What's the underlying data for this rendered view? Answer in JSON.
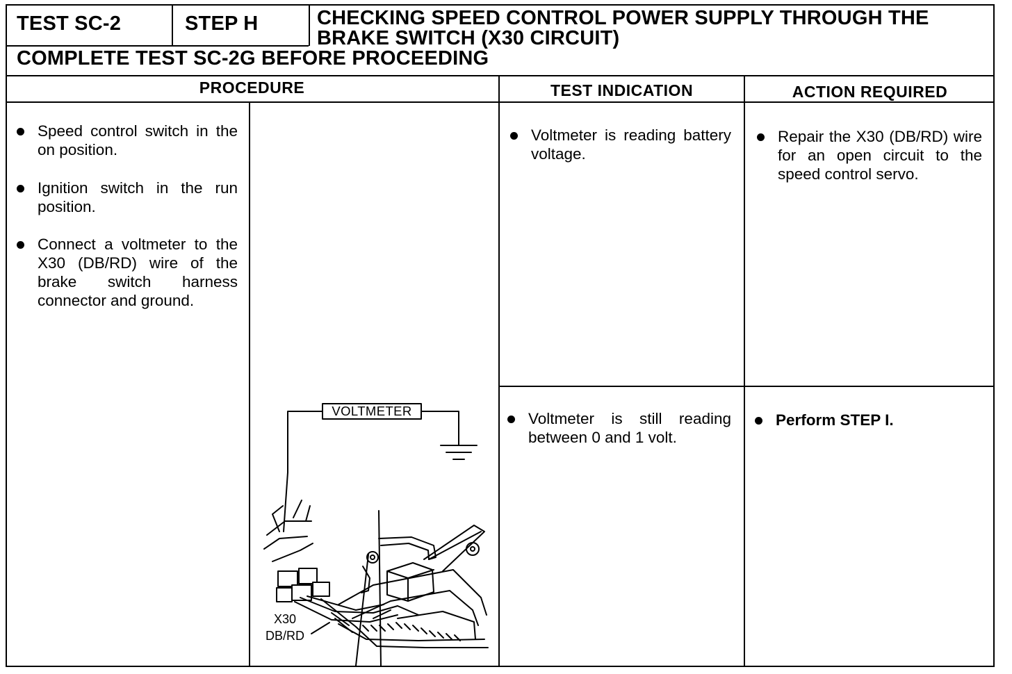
{
  "header": {
    "test_id": "TEST SC-2",
    "step": "STEP H",
    "title_line1": "CHECKING SPEED CONTROL POWER SUPPLY THROUGH THE",
    "title_line2": "BRAKE SWITCH (X30 CIRCUIT)",
    "prerequisite": "COMPLETE TEST SC-2G BEFORE PROCEEDING"
  },
  "columns": {
    "procedure": "PROCEDURE",
    "test_indication": "TEST INDICATION",
    "action_required": "ACTION REQUIRED"
  },
  "procedure": {
    "steps": [
      "Speed control switch in the on position.",
      "Ignition switch in the run position.",
      "Connect a voltmeter to the X30 (DB/RD) wire of the brake switch harness connector and ground."
    ]
  },
  "illustration": {
    "voltmeter_label": "VOLTMETER",
    "wire_label_line1": "X30",
    "wire_label_line2": "DB/RD"
  },
  "results": [
    {
      "indication": "Voltmeter is reading battery voltage.",
      "action": "Repair the X30 (DB/RD) wire for an open circuit to the speed control servo."
    },
    {
      "indication": "Voltmeter is still reading between 0 and 1 volt.",
      "action": "Perform STEP I."
    }
  ]
}
